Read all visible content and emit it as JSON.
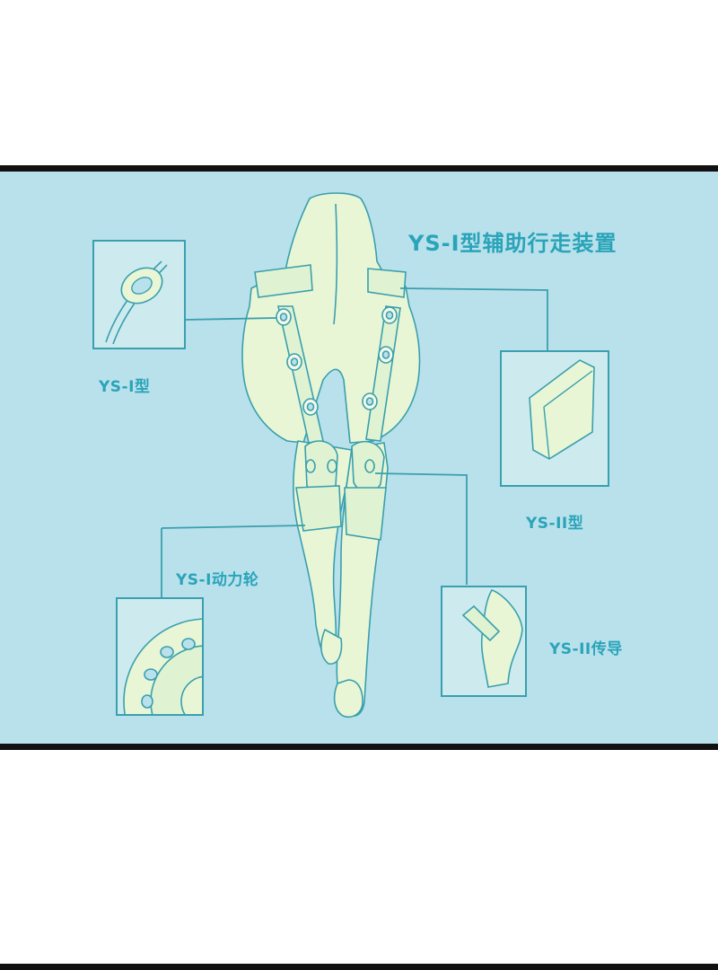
{
  "page": {
    "background": "#ffffff",
    "panel_background": "#b9e1ec",
    "accent": "#2aa4b8"
  },
  "title": "YS-I型辅助行走装置",
  "callouts": [
    {
      "label": "YS-I型",
      "icon": "hip-joint-ring-icon"
    },
    {
      "label": "YS-II型",
      "icon": "thigh-plate-icon"
    },
    {
      "label": "YS-I动力轮",
      "icon": "power-wheel-icon"
    },
    {
      "label": "YS-II传导",
      "icon": "knee-conductor-icon"
    }
  ]
}
